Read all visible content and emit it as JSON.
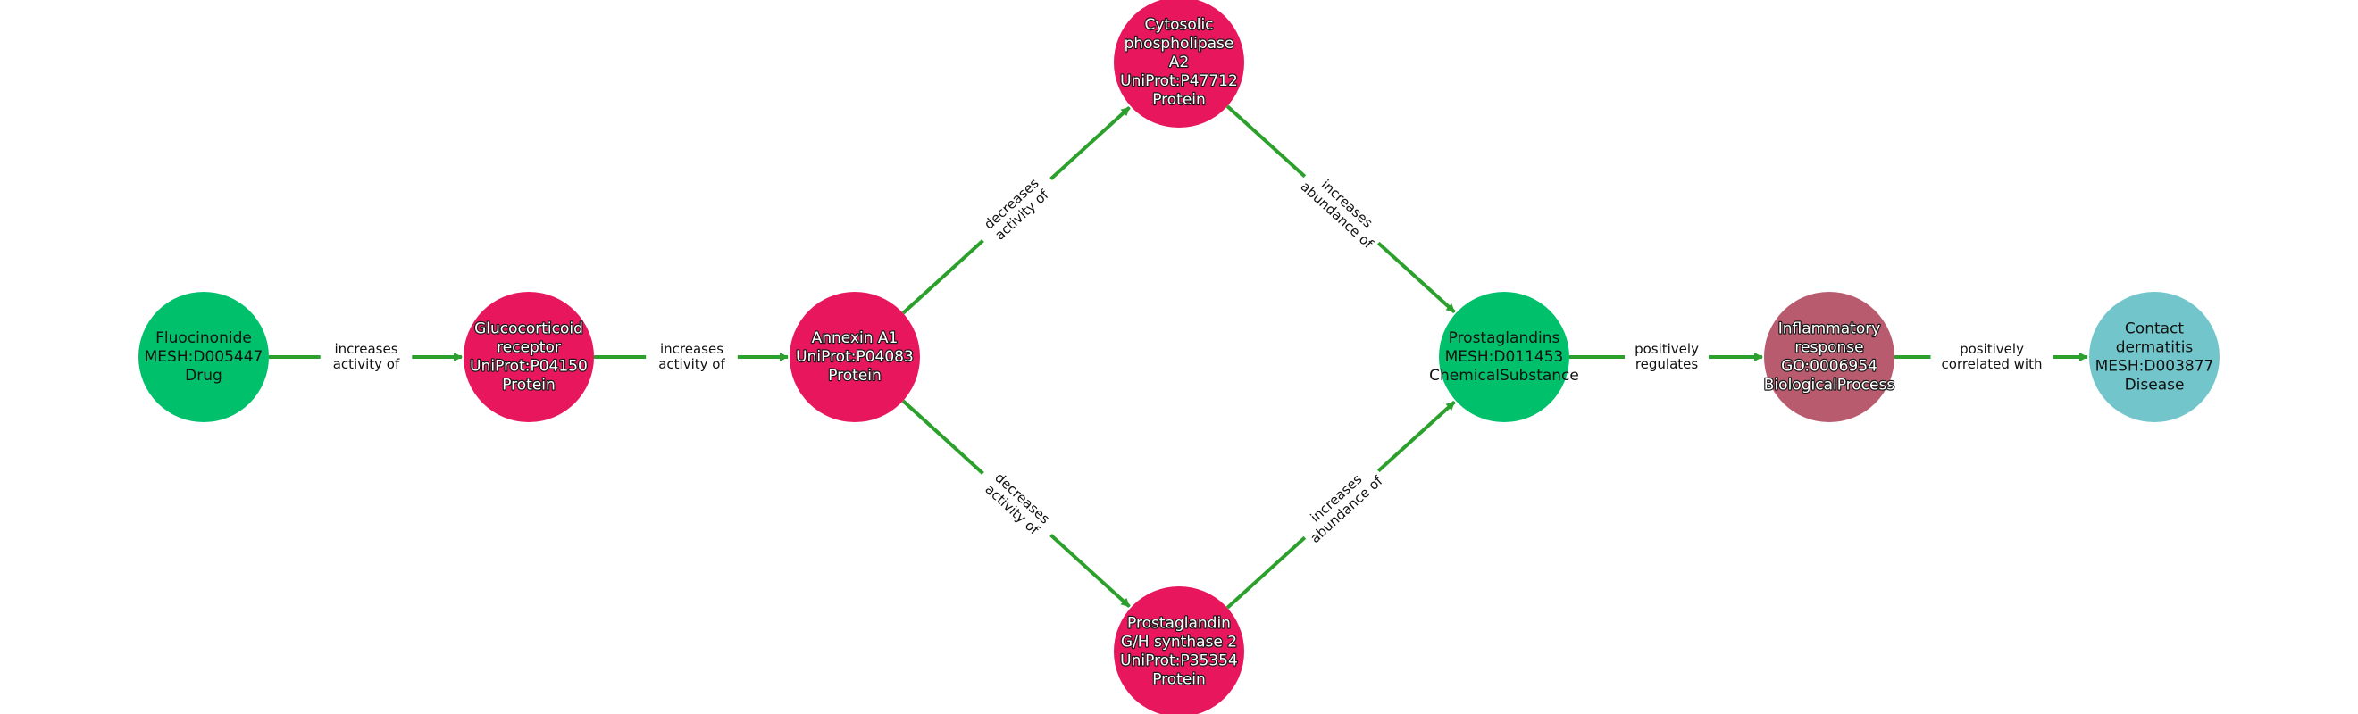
{
  "nodes": [
    {
      "id": "fluocinonide",
      "lines": [
        "Fluocinonide",
        "MESH:D005447",
        "Drug"
      ],
      "color": "#00c06b",
      "text_style": "plain"
    },
    {
      "id": "glucocorticoid_receptor",
      "lines": [
        "Glucocorticoid",
        "receptor",
        "UniProt:P04150",
        "Protein"
      ],
      "color": "#e8175d",
      "text_style": "outlined"
    },
    {
      "id": "annexin_a1",
      "lines": [
        "Annexin A1",
        "UniProt:P04083",
        "Protein"
      ],
      "color": "#e8175d",
      "text_style": "outlined"
    },
    {
      "id": "cytosolic_pla2",
      "lines": [
        "Cytosolic",
        "phospholipase",
        "A2",
        "UniProt:P47712",
        "Protein"
      ],
      "color": "#e8175d",
      "text_style": "outlined"
    },
    {
      "id": "ptgs2",
      "lines": [
        "Prostaglandin",
        "G/H synthase 2",
        "UniProt:P35354",
        "Protein"
      ],
      "color": "#e8175d",
      "text_style": "outlined"
    },
    {
      "id": "prostaglandins",
      "lines": [
        "Prostaglandins",
        "MESH:D011453",
        "ChemicalSubstance"
      ],
      "color": "#00c06b",
      "text_style": "plain"
    },
    {
      "id": "inflammatory_response",
      "lines": [
        "Inflammatory",
        "response",
        "GO:0006954",
        "BiologicalProcess"
      ],
      "color": "#b85b6e",
      "text_style": "outlined"
    },
    {
      "id": "contact_dermatitis",
      "lines": [
        "Contact",
        "dermatitis",
        "MESH:D003877",
        "Disease"
      ],
      "color": "#72c6cb",
      "text_style": "plain"
    }
  ],
  "edges": [
    {
      "source": "fluocinonide",
      "target": "glucocorticoid_receptor",
      "label": [
        "increases",
        "activity of"
      ]
    },
    {
      "source": "glucocorticoid_receptor",
      "target": "annexin_a1",
      "label": [
        "increases",
        "activity of"
      ]
    },
    {
      "source": "annexin_a1",
      "target": "cytosolic_pla2",
      "label": [
        "decreases",
        "activity of"
      ]
    },
    {
      "source": "annexin_a1",
      "target": "ptgs2",
      "label": [
        "decreases",
        "activity of"
      ]
    },
    {
      "source": "cytosolic_pla2",
      "target": "prostaglandins",
      "label": [
        "increases",
        "abundance of"
      ]
    },
    {
      "source": "ptgs2",
      "target": "prostaglandins",
      "label": [
        "increases",
        "abundance of"
      ]
    },
    {
      "source": "prostaglandins",
      "target": "inflammatory_response",
      "label": [
        "positively",
        "regulates"
      ]
    },
    {
      "source": "inflammatory_response",
      "target": "contact_dermatitis",
      "label": [
        "positively",
        "correlated with"
      ]
    }
  ],
  "colors": {
    "edge": "#2ca02c",
    "drug": "#00c06b",
    "protein": "#e8175d",
    "chemical": "#00c06b",
    "process": "#b85b6e",
    "disease": "#72c6cb"
  }
}
